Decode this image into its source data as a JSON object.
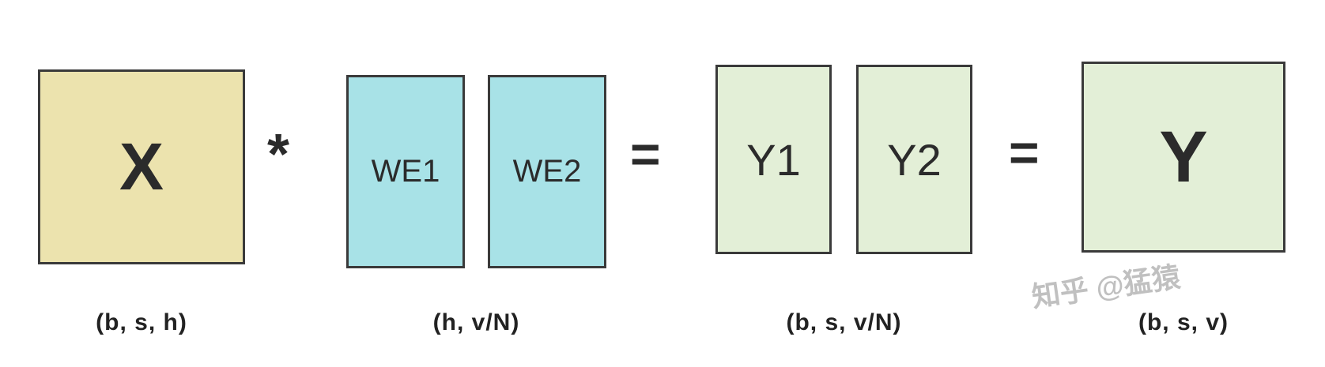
{
  "diagram": {
    "input_block": {
      "label": "X",
      "color": "#ece3ae"
    },
    "weight_blocks": [
      {
        "label": "WE1"
      },
      {
        "label": "WE2"
      }
    ],
    "weight_color": "#a8e2e7",
    "output_split_blocks": [
      {
        "label": "Y1"
      },
      {
        "label": "Y2"
      }
    ],
    "output_block": {
      "label": "Y"
    },
    "output_color": "#e3efd7",
    "operators": {
      "multiply": "*",
      "equals_1": "=",
      "equals_2": "="
    },
    "dim_labels": {
      "input": "(b, s, h)",
      "weights": "(h, v/N)",
      "output_split": "(b, s, v/N)",
      "output": "(b, s, v)"
    },
    "watermark": "知乎 @猛猿",
    "border_color": "#3a3a3a"
  }
}
